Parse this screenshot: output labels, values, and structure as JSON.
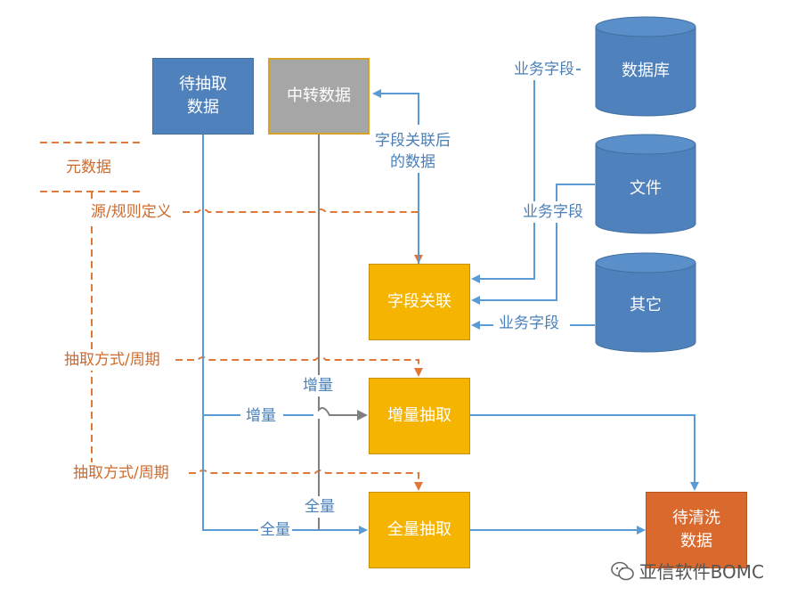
{
  "nodes": {
    "pending_extract": "待抽取\n数据",
    "relay_data": "中转数据",
    "field_link": "字段关联",
    "incremental_extract": "增量抽取",
    "full_extract": "全量抽取",
    "pending_clean": "待清洗\n数据",
    "database": "数据库",
    "file": "文件",
    "other": "其它"
  },
  "labels": {
    "metadata": "元数据",
    "source_rule_def": "源/规则定义",
    "extract_method_1": "抽取方式/周期",
    "extract_method_2": "抽取方式/周期",
    "linked_data": "字段关联后\n的数据",
    "biz_field_1": "业务字段",
    "biz_field_2": "业务字段",
    "biz_field_3": "业务字段",
    "increment_1": "增量",
    "increment_2": "增量",
    "full_1": "全量",
    "full_2": "全量"
  },
  "watermark": "亚信软件BOMC",
  "colors": {
    "blue": "#4f81bd",
    "line_blue": "#5b9bd5",
    "gray": "#a6a6a6",
    "gold": "#f5b400",
    "orange": "#d9692d",
    "dashed_orange": "#e0783a"
  }
}
